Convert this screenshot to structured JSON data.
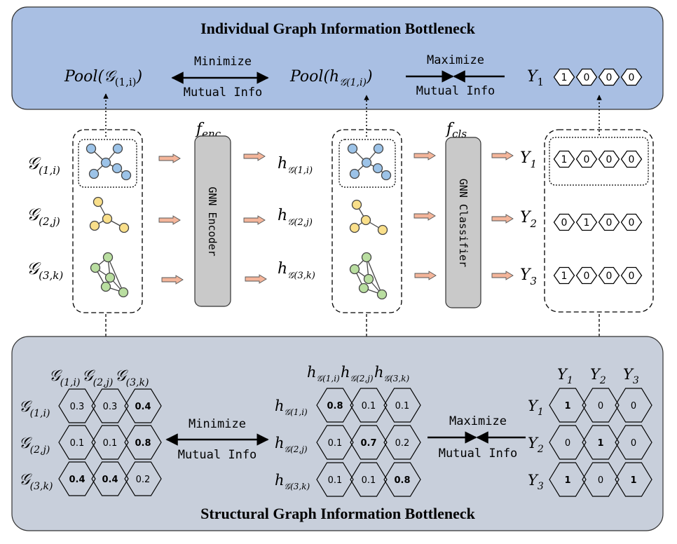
{
  "top_panel": {
    "title": "Individual Graph Information Bottleneck",
    "pool_left": "Pool(𝒢",
    "pool_left_sub": "(1,i)",
    "pool_right": "Pool(h",
    "pool_right_sub": "𝒢(1,i)",
    "minimize_label": "Minimize",
    "minimize_sub": "Mutual Info",
    "maximize_label": "Maximize",
    "maximize_sub": "Mutual Info",
    "y_label": "Y",
    "y_sub": "1",
    "y_onehot": [
      "1",
      "0",
      "0",
      "0"
    ]
  },
  "middle": {
    "graph_labels": [
      {
        "main": "𝒢",
        "sub": "(1,i)"
      },
      {
        "main": "𝒢",
        "sub": "(2,j)"
      },
      {
        "main": "𝒢",
        "sub": "(3,k)"
      }
    ],
    "encoder_func": "f",
    "encoder_func_sub": "enc",
    "encoder_box": "GNN Encoder",
    "h_labels": [
      {
        "main": "h",
        "sub": "𝒢(1,i)"
      },
      {
        "main": "h",
        "sub": "𝒢(2,j)"
      },
      {
        "main": "h",
        "sub": "𝒢(3,k)"
      }
    ],
    "classifier_func": "f",
    "classifier_func_sub": "cls",
    "classifier_box": "GNN Classifier",
    "y_labels": [
      {
        "main": "Y",
        "sub": "1"
      },
      {
        "main": "Y",
        "sub": "2"
      },
      {
        "main": "Y",
        "sub": "3"
      }
    ],
    "y_onehots": [
      [
        "1",
        "0",
        "0",
        "0"
      ],
      [
        "0",
        "1",
        "0",
        "0"
      ],
      [
        "1",
        "0",
        "0",
        "0"
      ]
    ],
    "colors": {
      "blue_node": "#9cc3e8",
      "yellow_node": "#f9df8a",
      "green_node": "#b9dea0",
      "arrow_fill": "#f4b59a",
      "gnn_box": "#c9c9c9"
    }
  },
  "bottom_panel": {
    "title": "Structural Graph Information Bottleneck",
    "left_matrix": {
      "col_headers": [
        {
          "main": "𝒢",
          "sub": "(1,i)"
        },
        {
          "main": "𝒢",
          "sub": "(2,j)"
        },
        {
          "main": "𝒢",
          "sub": "(3,k)"
        }
      ],
      "row_headers": [
        {
          "main": "𝒢",
          "sub": "(1,i)"
        },
        {
          "main": "𝒢",
          "sub": "(2,j)"
        },
        {
          "main": "𝒢",
          "sub": "(3,k)"
        }
      ],
      "values": [
        [
          "0.3",
          "0.3",
          "0.4"
        ],
        [
          "0.1",
          "0.1",
          "0.8"
        ],
        [
          "0.4",
          "0.4",
          "0.2"
        ]
      ],
      "bold": [
        [
          false,
          false,
          true
        ],
        [
          false,
          false,
          true
        ],
        [
          true,
          true,
          false
        ]
      ]
    },
    "mid_matrix": {
      "col_headers": [
        {
          "main": "h",
          "sub": "𝒢(1,i)"
        },
        {
          "main": "h",
          "sub": "𝒢(2,j)"
        },
        {
          "main": "h",
          "sub": "𝒢(3,k)"
        }
      ],
      "row_headers": [
        {
          "main": "h",
          "sub": "𝒢(1,i)"
        },
        {
          "main": "h",
          "sub": "𝒢(2,j)"
        },
        {
          "main": "h",
          "sub": "𝒢(3,k)"
        }
      ],
      "values": [
        [
          "0.8",
          "0.1",
          "0.1"
        ],
        [
          "0.1",
          "0.7",
          "0.2"
        ],
        [
          "0.1",
          "0.1",
          "0.8"
        ]
      ],
      "bold": [
        [
          true,
          false,
          false
        ],
        [
          false,
          true,
          false
        ],
        [
          false,
          false,
          true
        ]
      ]
    },
    "right_matrix": {
      "col_headers": [
        {
          "main": "Y",
          "sub": "1"
        },
        {
          "main": "Y",
          "sub": "2"
        },
        {
          "main": "Y",
          "sub": "3"
        }
      ],
      "row_headers": [
        {
          "main": "Y",
          "sub": "1"
        },
        {
          "main": "Y",
          "sub": "2"
        },
        {
          "main": "Y",
          "sub": "3"
        }
      ],
      "values": [
        [
          "1",
          "0",
          "0"
        ],
        [
          "0",
          "1",
          "0"
        ],
        [
          "1",
          "0",
          "1"
        ]
      ],
      "bold": [
        [
          true,
          false,
          false
        ],
        [
          false,
          true,
          false
        ],
        [
          true,
          false,
          true
        ]
      ]
    },
    "minimize_label": "Minimize",
    "minimize_sub": "Mutual Info",
    "maximize_label": "Maximize",
    "maximize_sub": "Mutual Info"
  }
}
